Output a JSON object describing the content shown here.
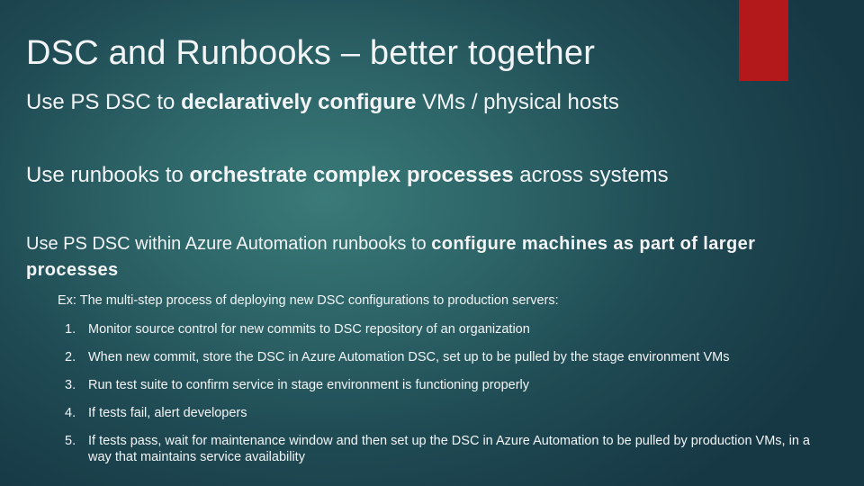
{
  "accent_color": "#b3191b",
  "title": "DSC and Runbooks – better together",
  "bullets": [
    {
      "pre": "Use PS DSC to ",
      "bold": "declaratively configure",
      "post": " VMs / physical hosts"
    },
    {
      "pre": "Use runbooks to ",
      "bold": "orchestrate complex processes",
      "post": " across systems"
    },
    {
      "pre": "Use PS DSC within Azure Automation runbooks to ",
      "bold": "configure machines as part of larger processes",
      "post": ""
    }
  ],
  "example": "Ex: The multi-step process of deploying new DSC configurations to production servers:",
  "steps": [
    {
      "num": "1.",
      "text": "Monitor source control for new commits to DSC repository of an organization"
    },
    {
      "num": "2.",
      "text": "When new commit, store the DSC in Azure Automation DSC, set up to be pulled by the stage environment VMs"
    },
    {
      "num": "3.",
      "text": "Run test suite to confirm service in stage environment is functioning properly"
    },
    {
      "num": "4.",
      "text": "If tests fail, alert developers"
    },
    {
      "num": "5.",
      "text": "If tests pass, wait for maintenance window and then set up the DSC in Azure Automation to be pulled by production VMs, in a way that maintains service availability"
    }
  ]
}
